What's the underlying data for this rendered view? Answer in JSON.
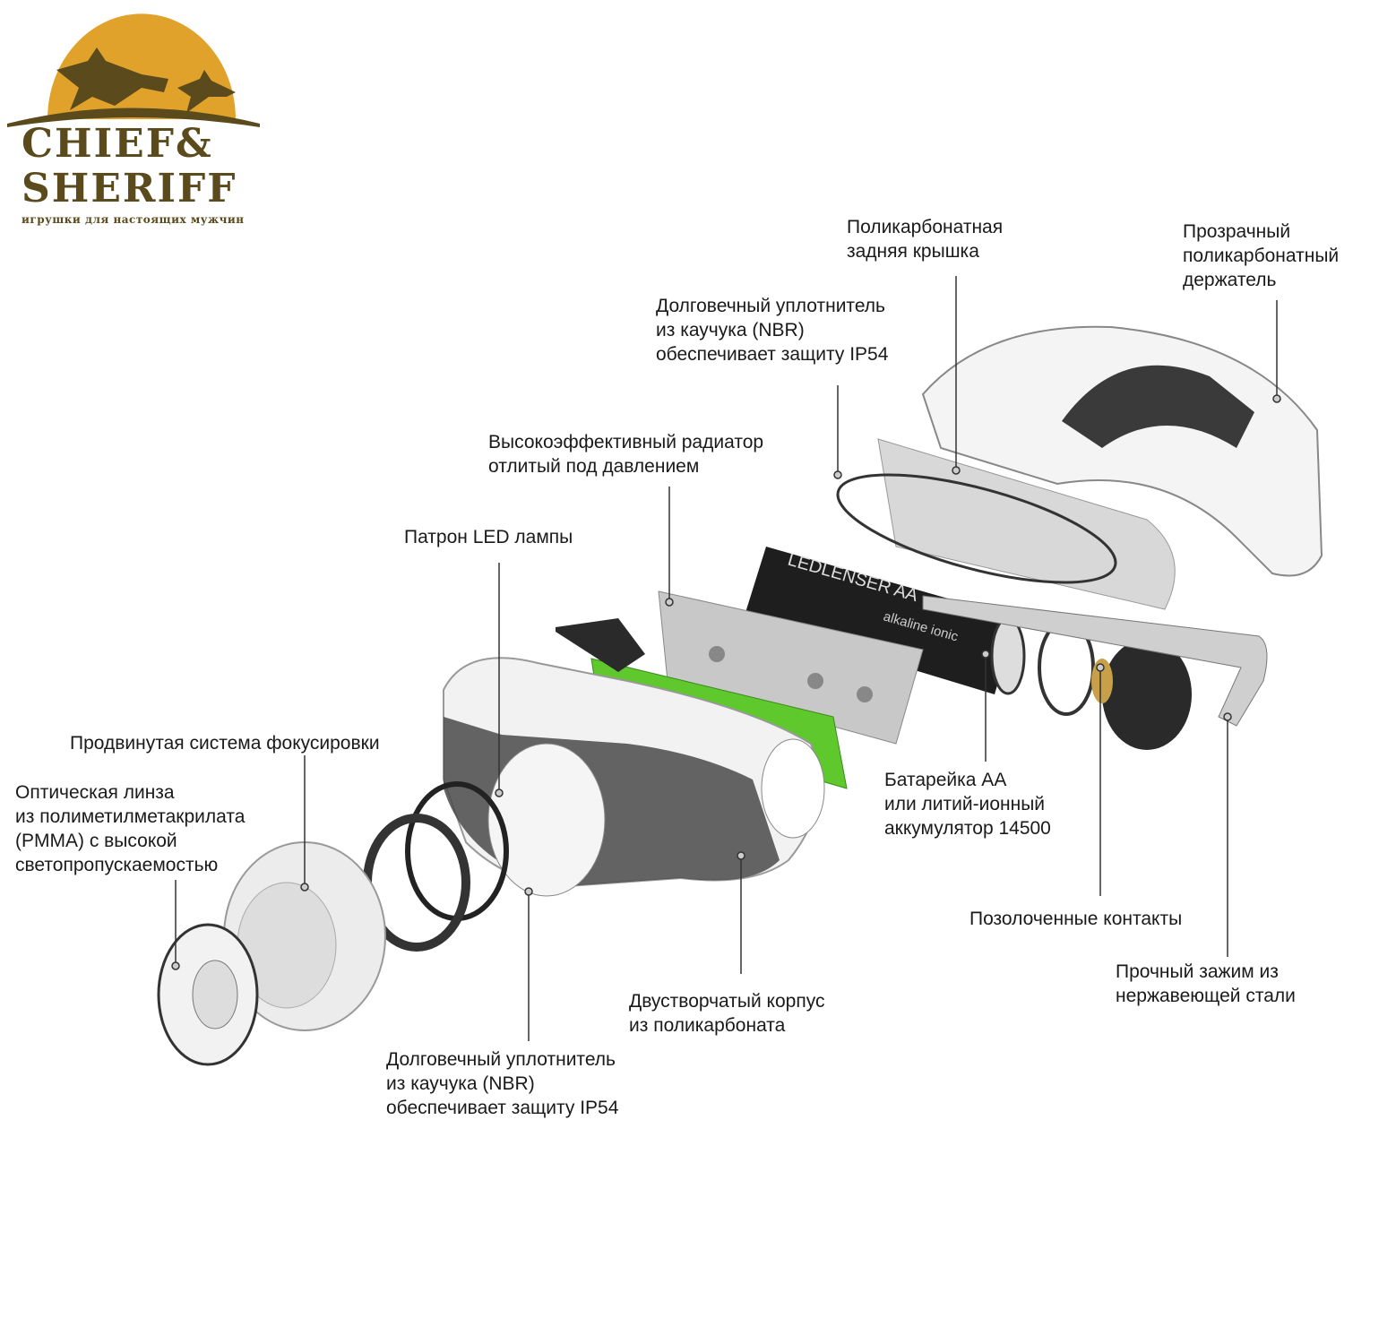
{
  "logo": {
    "line1": "CHIEF&",
    "line2": "SHERIFF",
    "tagline": "игрушки для настоящих мужчин",
    "colors": {
      "sun": "#e0a22a",
      "brown": "#5a4a1c"
    }
  },
  "battery_print": {
    "brand": "LEDLENSER AA",
    "type": "alkaline ionic"
  },
  "labels": {
    "back_cover": [
      "Поликарбонатная",
      "задняя крышка"
    ],
    "holder": [
      "Прозрачный",
      "поликарбонатный",
      "держатель"
    ],
    "seal_top": [
      "Долговечный уплотнитель",
      "из каучука (NBR)",
      "обеспечивает защиту IP54"
    ],
    "radiator": [
      "Высокоэффективный радиатор",
      "отлитый под давлением"
    ],
    "led_socket": [
      "Патрон LED лампы"
    ],
    "focus": [
      "Продвинутая система фокусировки"
    ],
    "lens": [
      "Оптическая линза",
      "из полиметилметакрилата",
      "(PMMA) с высокой",
      "светопропускаемостью"
    ],
    "battery": [
      "Батарейка AA",
      "или литий-ионный",
      "аккумулятор 14500"
    ],
    "contacts": [
      "Позолоченные контакты"
    ],
    "clip": [
      "Прочный зажим из",
      "нержавеющей стали"
    ],
    "housing": [
      "Двустворчатый корпус",
      "из поликарбоната"
    ],
    "seal_bottom": [
      "Долговечный уплотнитель",
      "из каучука (NBR)",
      "обеспечивает защиту IP54"
    ]
  }
}
